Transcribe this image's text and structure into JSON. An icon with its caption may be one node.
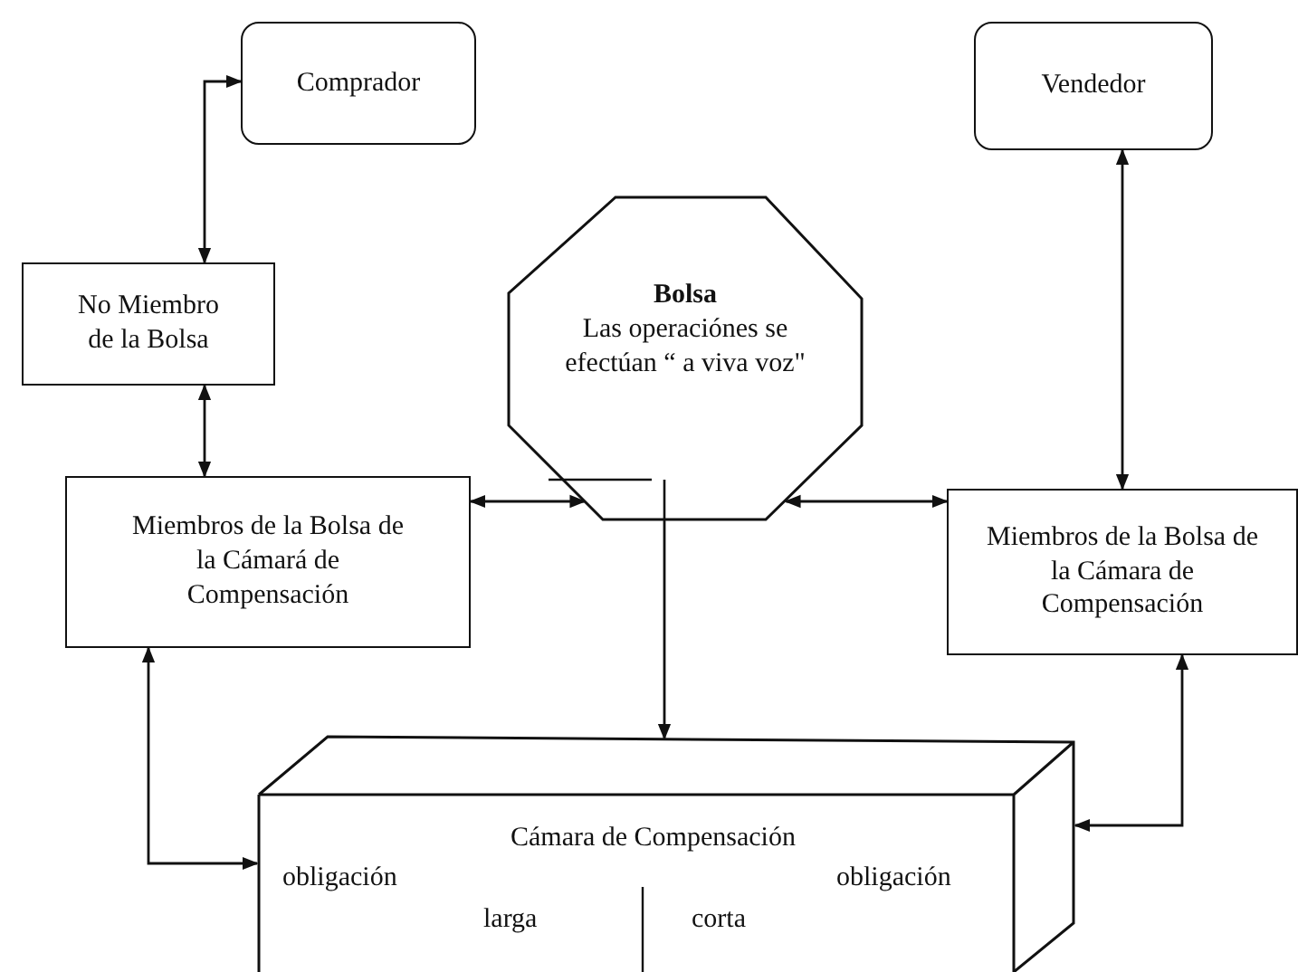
{
  "diagram": {
    "nodes": [
      {
        "text": [
          "Comprador"
        ]
      },
      {
        "text": [
          "Vendedor"
        ]
      },
      {
        "text": [
          "No Miembro de la Bolsa"
        ]
      },
      {
        "text": [
          "Bolsa",
          "Las operaciónes se efectúan “ a viva voz\""
        ]
      },
      {
        "text": [
          "Miembros de la Bolsa de la Cámará de Compensación"
        ]
      },
      {
        "text": [
          "Miembros de la Bolsa de la Cámara de Compensación"
        ]
      },
      {
        "text": [
          "Cámara de Compensación",
          "obligación",
          "larga",
          "corta",
          "obligación"
        ]
      }
    ],
    "edges": [
      {
        "from": 0,
        "to": 2,
        "arrow": "both"
      },
      {
        "from": 2,
        "to": 4,
        "arrow": "both"
      },
      {
        "from": 4,
        "to": 3,
        "arrow": "both"
      },
      {
        "from": 3,
        "to": 5,
        "arrow": "both"
      },
      {
        "from": 1,
        "to": 5,
        "arrow": "both"
      },
      {
        "from": 3,
        "to": 6,
        "arrow": "to"
      },
      {
        "from": 4,
        "to": 6,
        "arrow": "both"
      },
      {
        "from": 5,
        "to": 6,
        "arrow": "both"
      }
    ]
  }
}
